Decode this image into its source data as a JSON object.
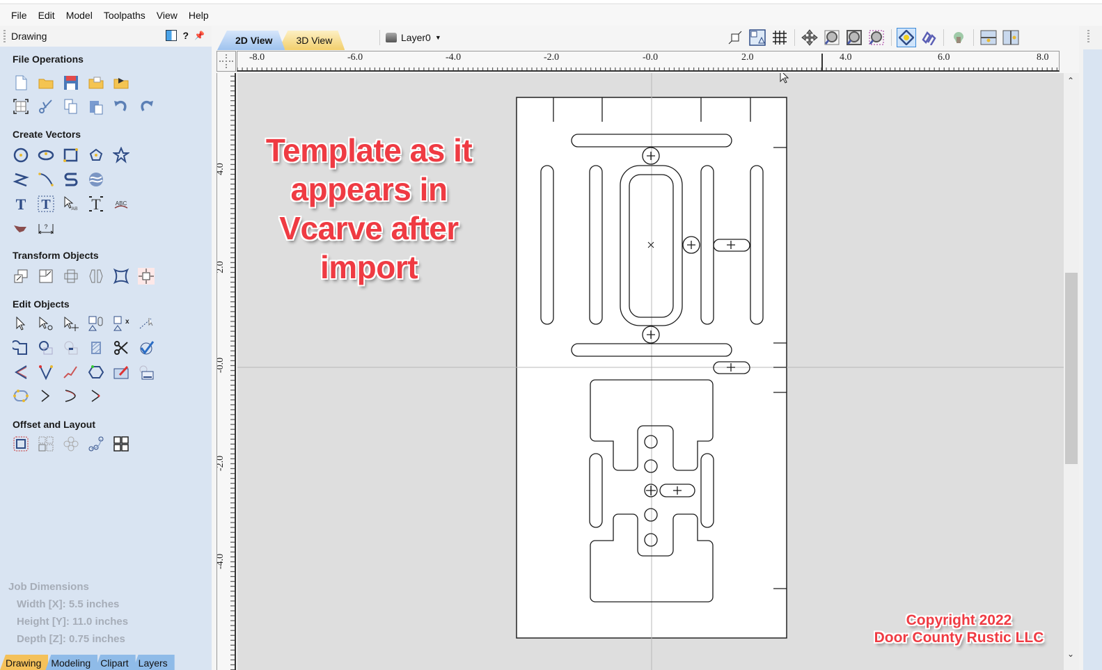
{
  "menubar": {
    "items": [
      "File",
      "Edit",
      "Model",
      "Toolpaths",
      "View",
      "Help"
    ]
  },
  "left_panel": {
    "title": "Drawing",
    "header_icons": [
      "dock-icon",
      "help-icon",
      "pin-icon"
    ],
    "help_label": "?",
    "sections": [
      {
        "title": "File Operations",
        "rows": [
          [
            "new-file",
            "open-file",
            "save-file",
            "open-recent",
            "import"
          ],
          [
            "select-all",
            "cut",
            "copy",
            "paste",
            "undo",
            "redo"
          ]
        ]
      },
      {
        "title": "Create Vectors",
        "rows": [
          [
            "circle",
            "ellipse",
            "rectangle",
            "polygon",
            "star"
          ],
          [
            "polyline",
            "curve",
            "s-curve",
            "fill-pattern"
          ],
          [
            "text",
            "text-box",
            "text-on-curve",
            "auto-layout-text",
            "arc-text"
          ],
          [
            "bird-clipart",
            "dimension"
          ]
        ]
      },
      {
        "title": "Transform Objects",
        "rows": [
          [
            "move",
            "scale",
            "align",
            "mirror",
            "distort",
            "center"
          ]
        ]
      },
      {
        "title": "Edit Objects",
        "rows": [
          [
            "select",
            "node-edit",
            "transform-select",
            "group",
            "ungroup",
            "measure"
          ],
          [
            "weld",
            "subtract",
            "intersect",
            "trim-mask",
            "scissors",
            "validate"
          ],
          [
            "fillet",
            "join-vectors",
            "smooth",
            "close-vectors",
            "vector-edit",
            "image-trace"
          ],
          [
            "bezier-nodes",
            "node-corner",
            "node-smooth",
            "node-break"
          ]
        ]
      },
      {
        "title": "Offset and Layout",
        "rows": [
          [
            "offset",
            "array-copy",
            "circular-array",
            "copy-along",
            "nesting"
          ]
        ]
      }
    ],
    "job_dimensions": {
      "title": "Job Dimensions",
      "width": "Width  [X]: 5.5 inches",
      "height": "Height [Y]: 11.0 inches",
      "depth": "Depth  [Z]: 0.75 inches"
    },
    "bottom_tabs": [
      {
        "label": "Drawing",
        "active": true
      },
      {
        "label": "Modeling",
        "active": false
      },
      {
        "label": "Clipart",
        "active": false
      },
      {
        "label": "Layers",
        "active": false
      }
    ]
  },
  "view_tabs": [
    {
      "label": "2D View",
      "active": true
    },
    {
      "label": "3D View",
      "active": false
    }
  ],
  "layer": {
    "label": "Layer0"
  },
  "view_toolbar": [
    "snap-icon",
    "toggle-2d-3d-icon",
    "grid-icon",
    "pan-icon",
    "zoom-box-icon",
    "zoom-all-icon",
    "zoom-selection-icon",
    "show-vectors-icon",
    "show-toolpaths-icon",
    "render-icon",
    "split-horizontal-icon",
    "split-vertical-icon"
  ],
  "ruler": {
    "horizontal": [
      "-8.0",
      "-6.0",
      "-4.0",
      "-2.0",
      "-0.0",
      "2.0",
      "4.0",
      "6.0",
      "8.0"
    ],
    "vertical": [
      "4.0",
      "2.0",
      "-0.0",
      "-2.0",
      "-4.0"
    ]
  },
  "canvas": {
    "annotation": [
      "Template as it",
      "appears in",
      "Vcarve after",
      "import"
    ],
    "copyright": [
      "Copyright 2022",
      "Door County Rustic LLC"
    ],
    "colors": {
      "background": "#dedede",
      "sheet": "#ffffff",
      "vector": "#1a1a1a",
      "annotation": "#ef3b43"
    }
  }
}
